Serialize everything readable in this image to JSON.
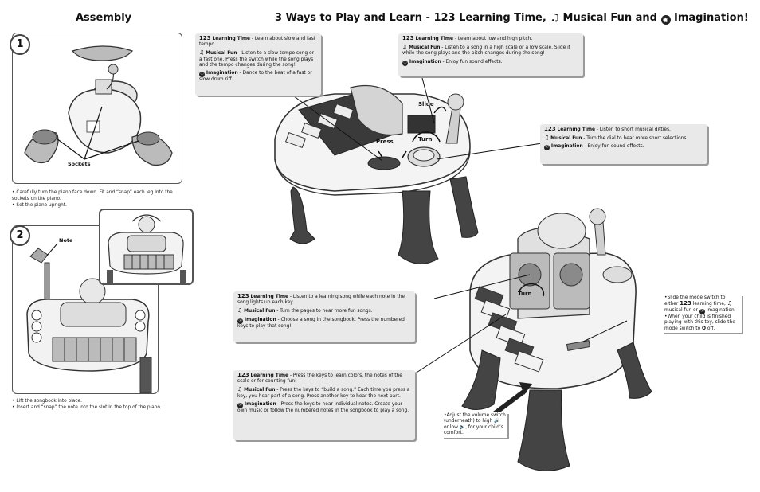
{
  "assembly": {
    "title": "Assembly",
    "step1": {
      "number": "1",
      "sockets_label": "Sockets"
    },
    "step1_instructions": [
      "Carefully turn the piano face down. Fit and “snap” each leg into the sockets on the piano.",
      "Set the piano upright."
    ],
    "step2": {
      "number": "2",
      "note_label": "Note"
    },
    "step2_instructions": [
      "Lift the songbook into place.",
      "Insert and “snap” the note into the slot in the top of the piano."
    ]
  },
  "main_title": {
    "prefix": "3 Ways to Play and Learn - ",
    "learning_icon": "123",
    "learning": " Learning Time, ",
    "music_icon": "♫",
    "music": " Musical Fun and ",
    "imagination": " Imagination!"
  },
  "labels": {
    "learning_time": "Learning Time",
    "musical_fun": "Musical Fun",
    "imagination": "Imagination",
    "icon_123": "123",
    "icon_music": "♫",
    "icon_imagination": "☉"
  },
  "callouts": {
    "switch": {
      "learning": " - Learn about slow and fast tempo.",
      "music": " - Listen to a slow tempo song or a fast one. Press the switch while the song plays and the tempo changes during the song!",
      "imagination": " - Dance to the beat of a fast or slow drum riff."
    },
    "slide": {
      "learning": " - Learn about low and high pitch.",
      "music": " - Listen to a song in a high scale or a low scale. Slide it while the song plays and the pitch changes during the song!",
      "imagination": " - Enjoy fun sound effects."
    },
    "dial": {
      "learning": " - Listen to short musical ditties.",
      "music": " - Turn the dial to hear more short selections.",
      "imagination": " - Enjoy fun sound effects."
    },
    "book": {
      "learning": " - Listen to a learning song while each note in the song lights up each key.",
      "music": " - Turn the pages to hear more fun songs.",
      "imagination": " - Choose a song in the songbook. Press the numbered keys to play that song!"
    },
    "keys": {
      "learning": " - Press the keys to learn colors, the notes of the scale or for counting fun!",
      "music": " - Press the keys to “build a song.” Each time you press a key, you hear part of a song. Press another key to hear the next part.",
      "imagination": " - Press the keys to hear individual notes. Create your own music or follow the numbered notes in the songbook to play a song."
    }
  },
  "mode_note": {
    "line1": "Slide the mode switch to either ",
    "learning_word": " learning time, ",
    "music_word": " musical fun or ",
    "imagination_word": " imagination.",
    "line2": "When your child is finished playing with this toy, slide the mode switch to ",
    "off_icon": "O",
    "off_word": " off."
  },
  "volume_note": {
    "text": "Adjust the volume switch (underneath) to high ",
    "high_icon": "🔊",
    "mid": " or low ",
    "low_icon": "🔉",
    "end": ", for your child’s comfort."
  },
  "diagram_labels": {
    "press": "Press",
    "turn_top": "Turn",
    "slide": "Slide",
    "turn_bottom": "Turn"
  },
  "colors": {
    "callout_bg": "#e9e9e9",
    "shadow": "#9a9a9a",
    "toy_dark": "#3a3a3a",
    "toy_light": "#f2f2f2"
  }
}
